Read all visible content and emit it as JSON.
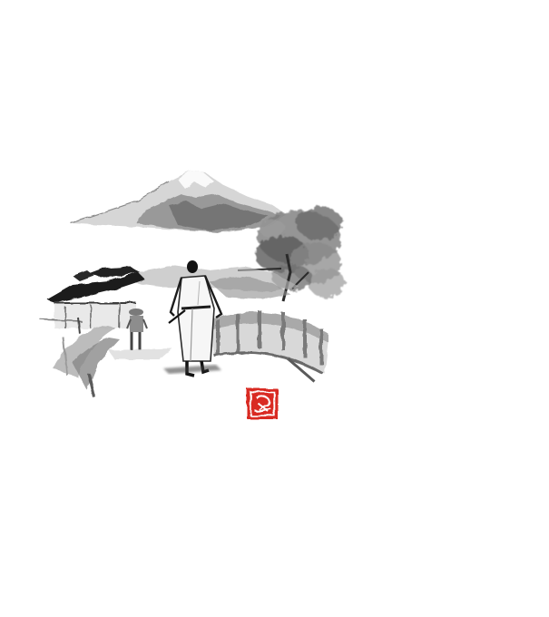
{
  "artwork": {
    "style": "sumi-e ink wash painting",
    "subjects": [
      "mount-fuji",
      "samurai",
      "bridge",
      "tree",
      "houses",
      "traveler"
    ],
    "colors": {
      "background": "#ffffff",
      "ink_dark": "#1a1a1a",
      "ink_mid": "#5e5e5e",
      "ink_light": "#a9a9a9",
      "ink_pale": "#d4d4d4",
      "seal_red": "#d92b22"
    },
    "seal": {
      "type": "red hanko seal",
      "icon": "seal-stamp-icon"
    }
  }
}
